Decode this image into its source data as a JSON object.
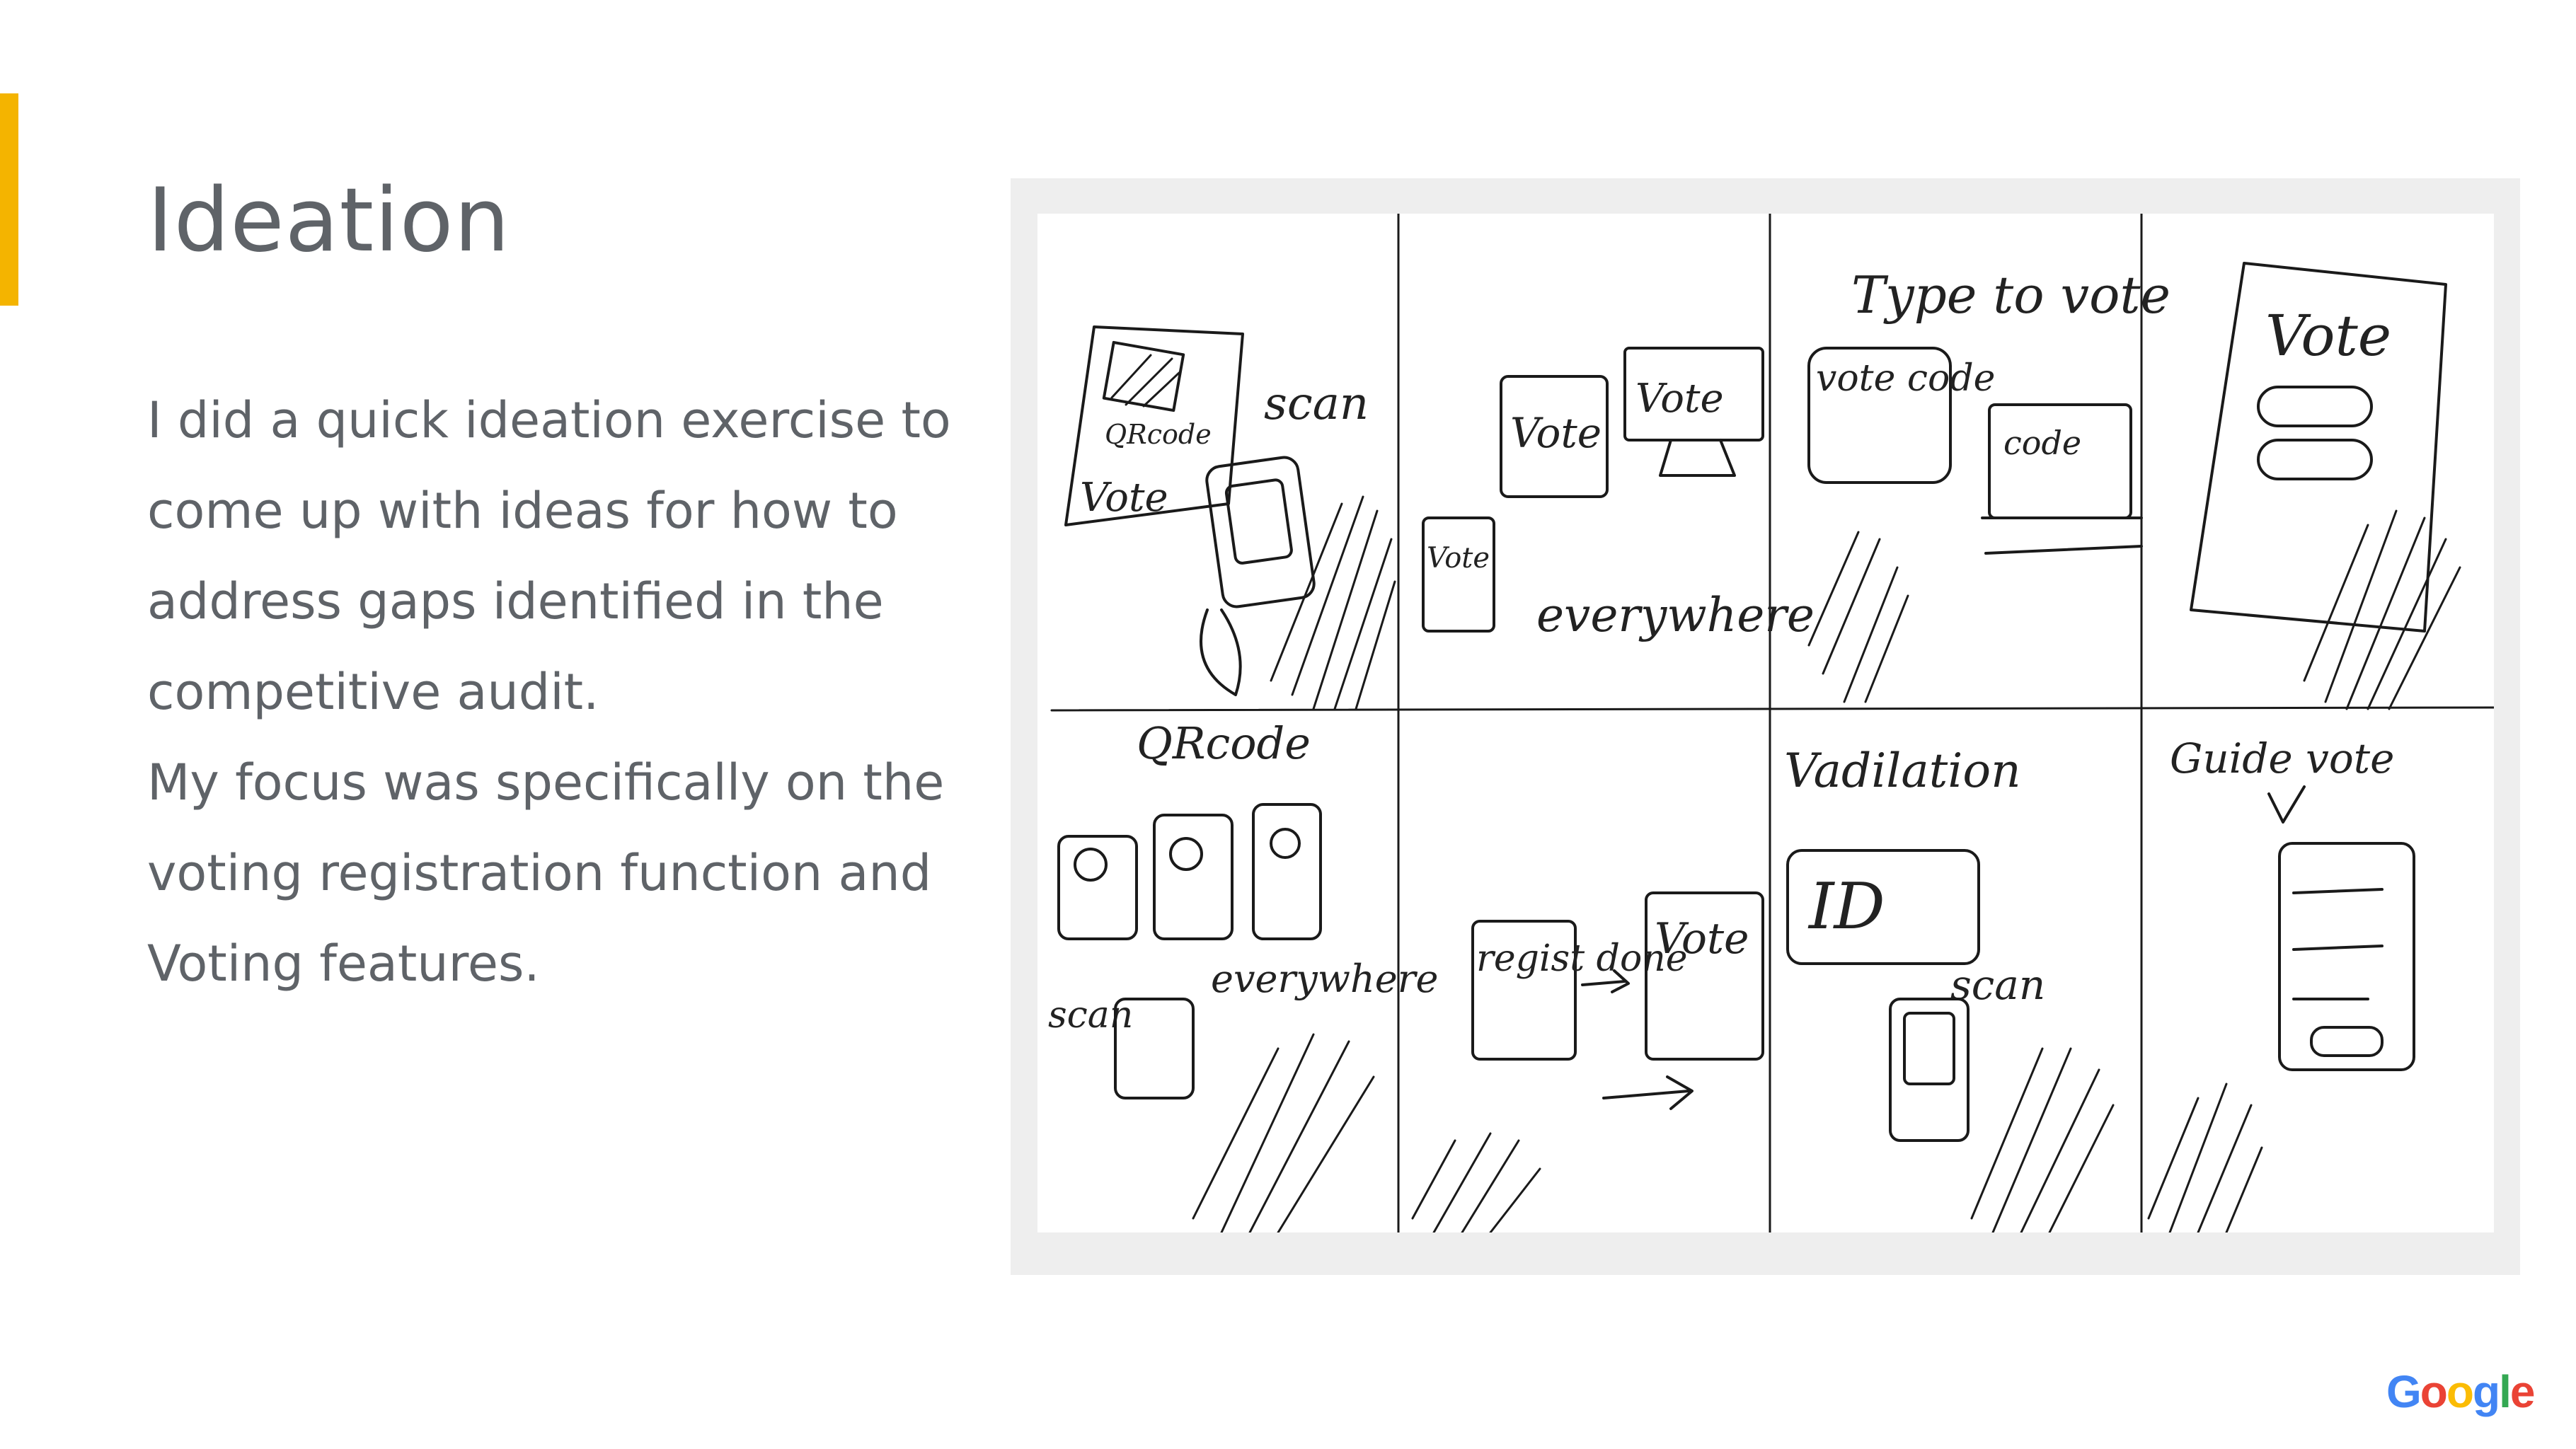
{
  "slide": {
    "title": "Ideation",
    "paragraphs": [
      "I did a quick ideation exercise to come up with ideas for how to address gaps identified in the competitive audit.",
      "My focus was specifically on the voting registration function and Voting features."
    ],
    "accent_color": "#F4B400",
    "text_color": "#5f6368"
  },
  "sketch": {
    "labels": {
      "scan": "scan",
      "qrcode_small": "QRcode",
      "vote_card": "Vote",
      "vote_phone": "Vote",
      "vote_monitor": "Vote",
      "vote_small": "Vote",
      "everywhere_1": "everywhere",
      "type_to_vote": "Type to vote",
      "vote_code": "vote code",
      "code": "code",
      "vote_big": "Vote",
      "qrcode_bottom": "QRcode",
      "scan_bottom": "scan",
      "everywhere_2": "everywhere",
      "regist_done": "regist done",
      "vote_after": "Vote",
      "validation": "Vadilation",
      "id": "ID",
      "scan_id": "scan",
      "guide_vote": "Guide vote"
    }
  },
  "logo": {
    "letters": [
      "G",
      "o",
      "o",
      "g",
      "l",
      "e"
    ],
    "colors": [
      "#4285F4",
      "#EA4335",
      "#FBBC05",
      "#4285F4",
      "#34A853",
      "#EA4335"
    ]
  }
}
